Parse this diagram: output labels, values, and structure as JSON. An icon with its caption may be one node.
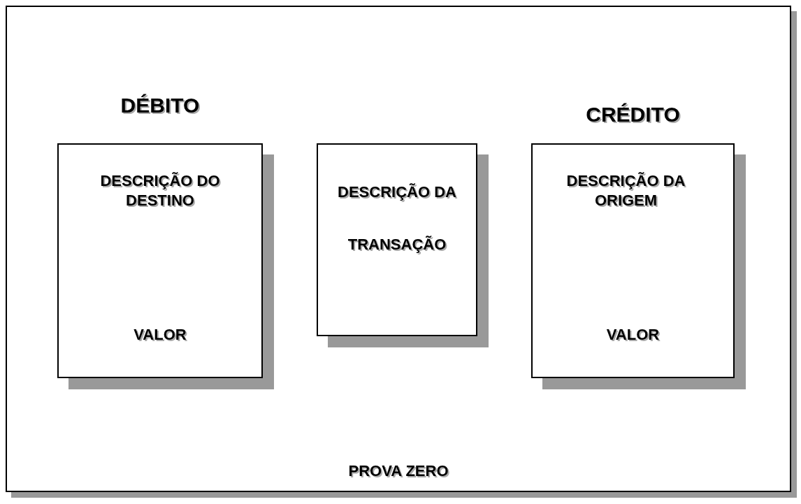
{
  "diagram": {
    "nodes": [
      {
        "text": [
          "PROVA ZERO"
        ]
      },
      {
        "text": [
          "DÉBITO",
          "DESCRIÇÃO DO DESTINO",
          "VALOR"
        ],
        "in": 0
      },
      {
        "text": [
          "DESCRIÇÃO DA TRANSAÇÃO"
        ],
        "in": 0
      },
      {
        "text": [
          "CRÉDITO",
          "DESCRIÇÃO DA ORIGEM",
          "VALOR"
        ],
        "in": 0
      }
    ]
  }
}
